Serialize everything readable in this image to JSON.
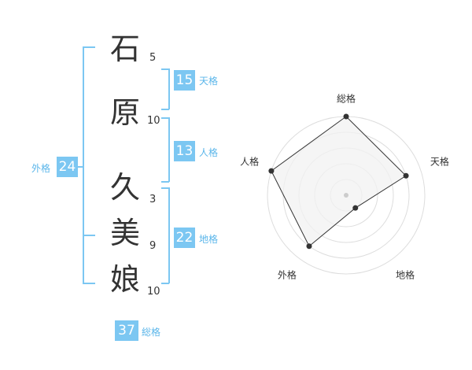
{
  "name": {
    "chars": [
      {
        "char": "石",
        "strokes": "5"
      },
      {
        "char": "原",
        "strokes": "10"
      },
      {
        "char": "久",
        "strokes": "3"
      },
      {
        "char": "美",
        "strokes": "9"
      },
      {
        "char": "娘",
        "strokes": "10"
      }
    ]
  },
  "kakusu": {
    "tenkaku": {
      "value": "15",
      "label": "天格"
    },
    "jinkaku": {
      "value": "13",
      "label": "人格"
    },
    "chikaku": {
      "value": "22",
      "label": "地格"
    },
    "gaikaku": {
      "value": "24",
      "label": "外格"
    },
    "soukaku": {
      "value": "37",
      "label": "総格"
    }
  },
  "colors": {
    "accent": "#7cc7f2",
    "accent_text": "#5bb6ea",
    "radar_fill": "#f2f2f2",
    "radar_stroke": "#333333"
  },
  "chart_data": {
    "type": "radar",
    "axes": [
      "総格",
      "天格",
      "地格",
      "外格",
      "人格"
    ],
    "values": [
      5,
      4,
      1,
      4,
      5
    ],
    "range": [
      0,
      5
    ]
  }
}
